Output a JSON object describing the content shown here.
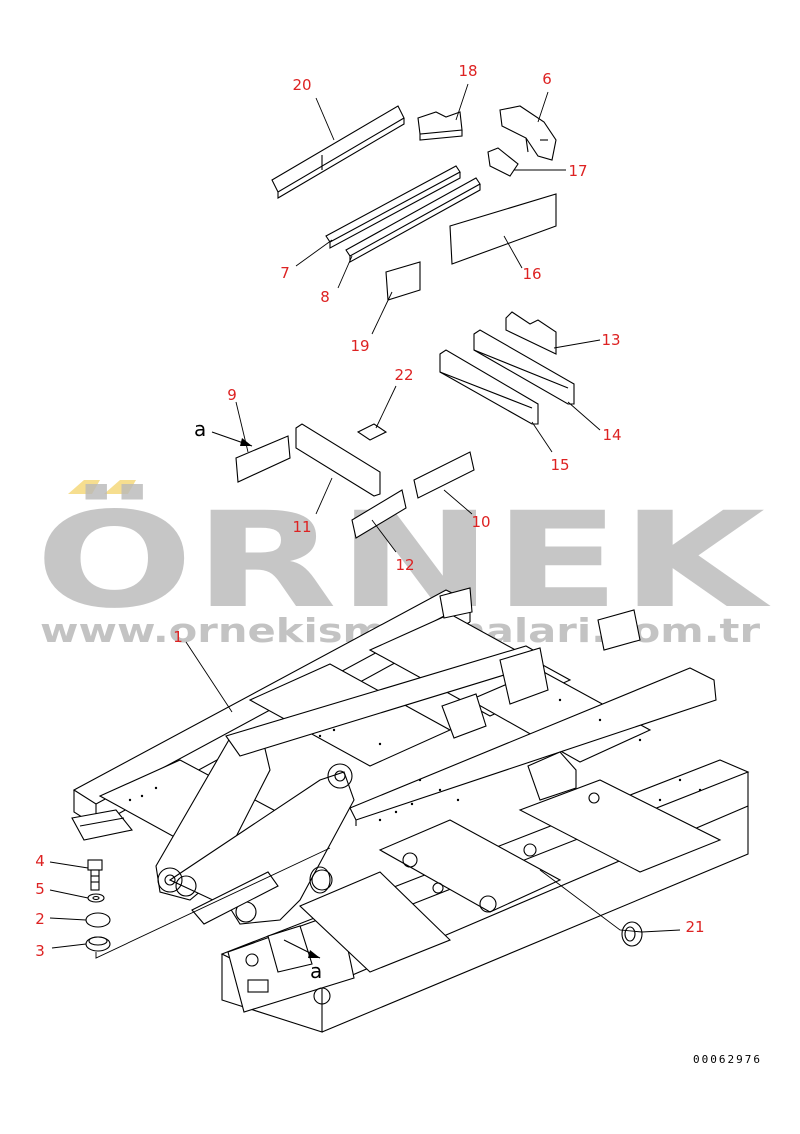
{
  "diagram": {
    "callouts": {
      "c1": "1",
      "c2": "2",
      "c3": "3",
      "c4": "4",
      "c5": "5",
      "c6": "6",
      "c7": "7",
      "c8": "8",
      "c9": "9",
      "c10": "10",
      "c11": "11",
      "c12": "12",
      "c13": "13",
      "c14": "14",
      "c15": "15",
      "c16": "16",
      "c17": "17",
      "c18": "18",
      "c19": "19",
      "c20": "20",
      "c21": "21",
      "c22": "22"
    },
    "view_marker": "a",
    "document_number": "00062976",
    "label_color": "#d22222"
  },
  "watermark": {
    "brand": "ÖRNEK",
    "url": "www.ornekismakinalari.com.tr",
    "color": "#b9b9b9",
    "accent_color": "#f2d060"
  }
}
